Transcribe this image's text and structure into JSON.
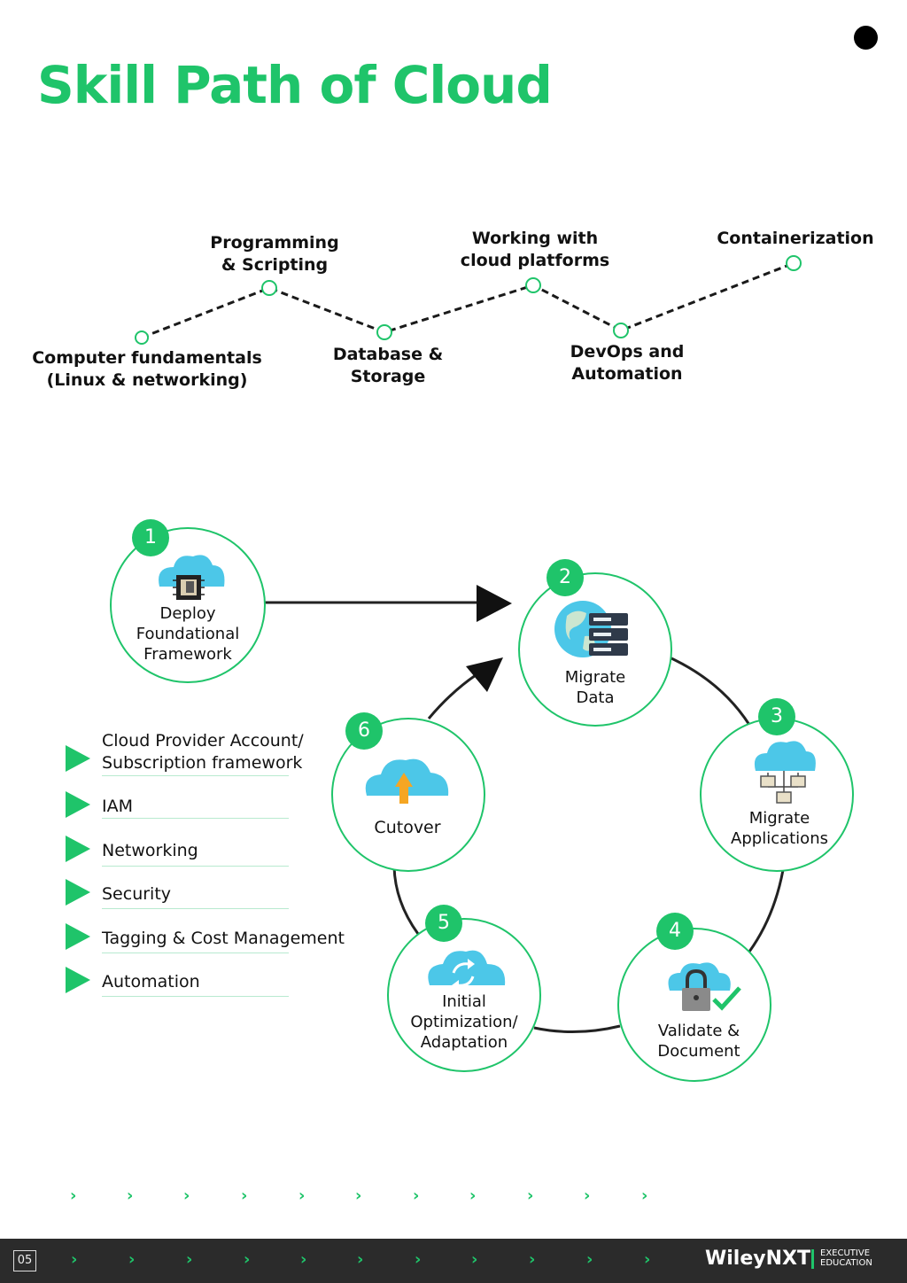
{
  "title": "Skill Path of Cloud",
  "skill_path": [
    {
      "line1": "Computer fundamentals",
      "line2": "(Linux & networking)"
    },
    {
      "line1": "Programming",
      "line2": "& Scripting"
    },
    {
      "line1": "Database &",
      "line2": "Storage"
    },
    {
      "line1": "Working with",
      "line2": "cloud platforms"
    },
    {
      "line1": "DevOps and",
      "line2": "Automation"
    },
    {
      "line1": "Containerization",
      "line2": ""
    }
  ],
  "steps": [
    {
      "num": "1",
      "lines": [
        "Deploy",
        "Foundational",
        "Framework"
      ],
      "icon": "cloud-chip-icon"
    },
    {
      "num": "2",
      "lines": [
        "Migrate",
        "Data"
      ],
      "icon": "globe-server-icon"
    },
    {
      "num": "3",
      "lines": [
        "Migrate",
        "Applications"
      ],
      "icon": "cloud-network-icon"
    },
    {
      "num": "4",
      "lines": [
        "Validate &",
        "Document"
      ],
      "icon": "cloud-lock-check-icon"
    },
    {
      "num": "5",
      "lines": [
        "Initial",
        "Optimization/",
        "Adaptation"
      ],
      "icon": "cloud-sync-icon"
    },
    {
      "num": "6",
      "lines": [
        "Cutover"
      ],
      "icon": "cloud-upload-icon"
    }
  ],
  "framework_items": [
    {
      "line1": "Cloud Provider Account/",
      "line2": "Subscription framework"
    },
    {
      "line1": "IAM",
      "line2": ""
    },
    {
      "line1": "Networking",
      "line2": ""
    },
    {
      "line1": "Security",
      "line2": ""
    },
    {
      "line1": "Tagging & Cost Management",
      "line2": ""
    },
    {
      "line1": "Automation",
      "line2": ""
    }
  ],
  "chevron_glyph": "›",
  "footer": {
    "page": "05",
    "brand": "WileyNXT",
    "brand_sub1": "EXECUTIVE",
    "brand_sub2": "EDUCATION"
  },
  "colors": {
    "accent": "#1fc46a",
    "cloud": "#4cc7e8",
    "footer_bg": "#2b2b2b"
  }
}
